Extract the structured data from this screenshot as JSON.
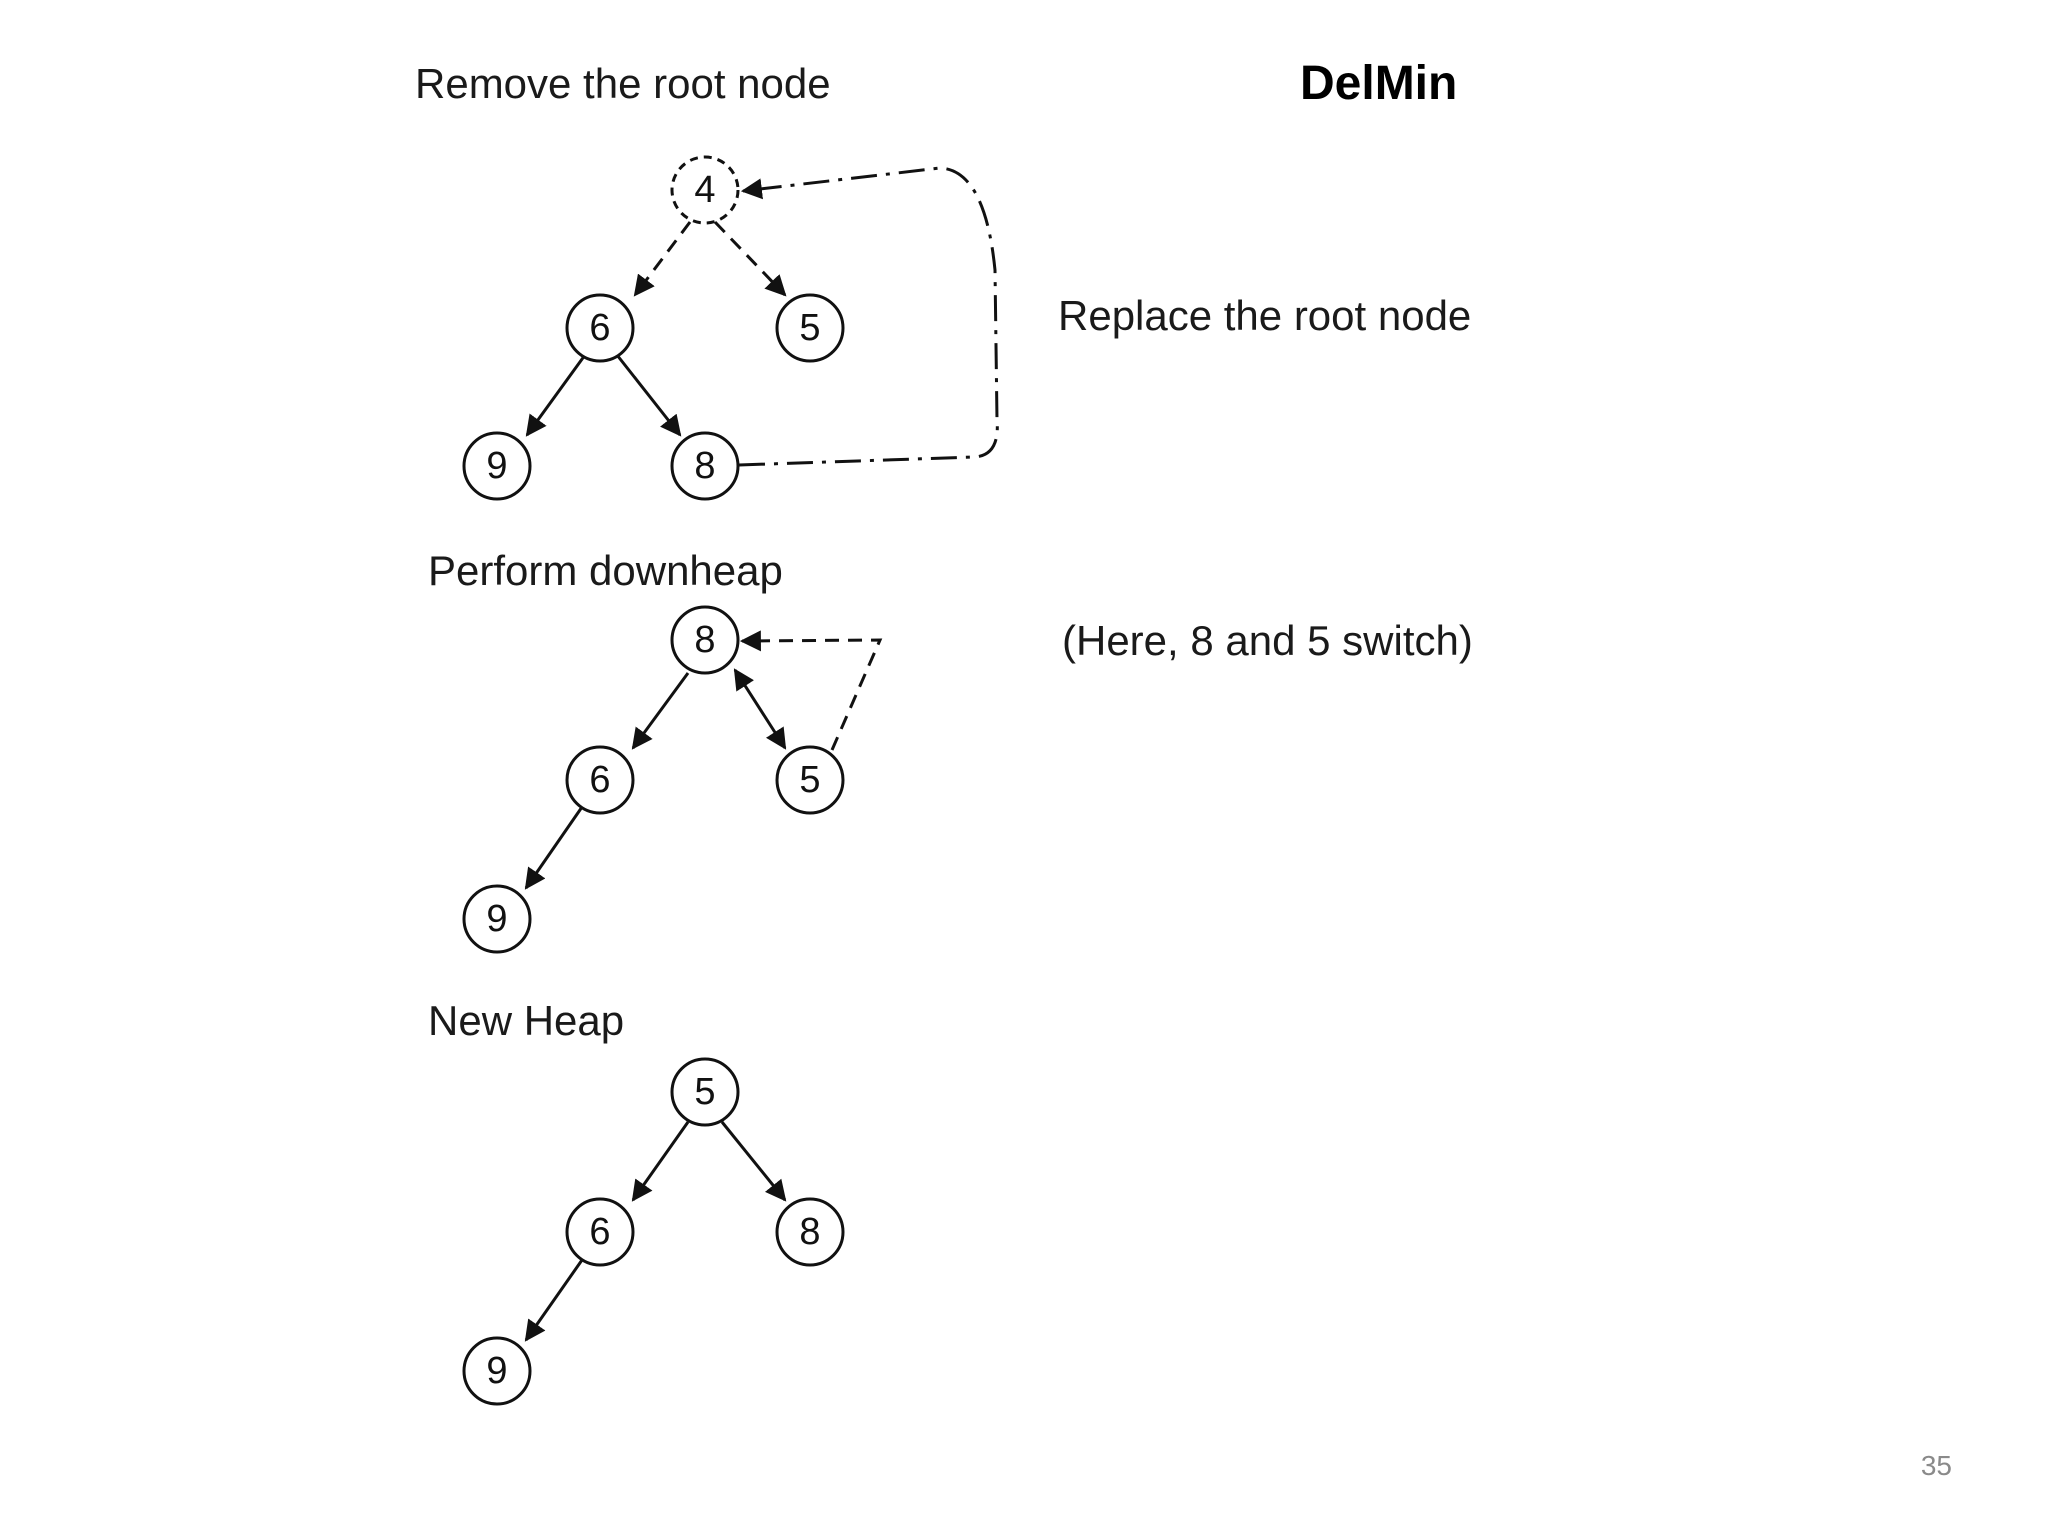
{
  "slide": {
    "title": "DelMin",
    "page_number": "35"
  },
  "captions": {
    "remove_root": "Remove the root node",
    "replace_root": "Replace the root node",
    "perform_downheap": "Perform downheap",
    "switch_note": "(Here, 8 and 5 switch)",
    "new_heap": "New Heap"
  },
  "stage1": {
    "nodes": {
      "root": "4",
      "left": "6",
      "right": "5",
      "left_left": "9",
      "left_right": "8"
    }
  },
  "stage2": {
    "nodes": {
      "root": "8",
      "left": "6",
      "right": "5",
      "left_left": "9"
    }
  },
  "stage3": {
    "nodes": {
      "root": "5",
      "left": "6",
      "right": "8",
      "left_left": "9"
    }
  }
}
